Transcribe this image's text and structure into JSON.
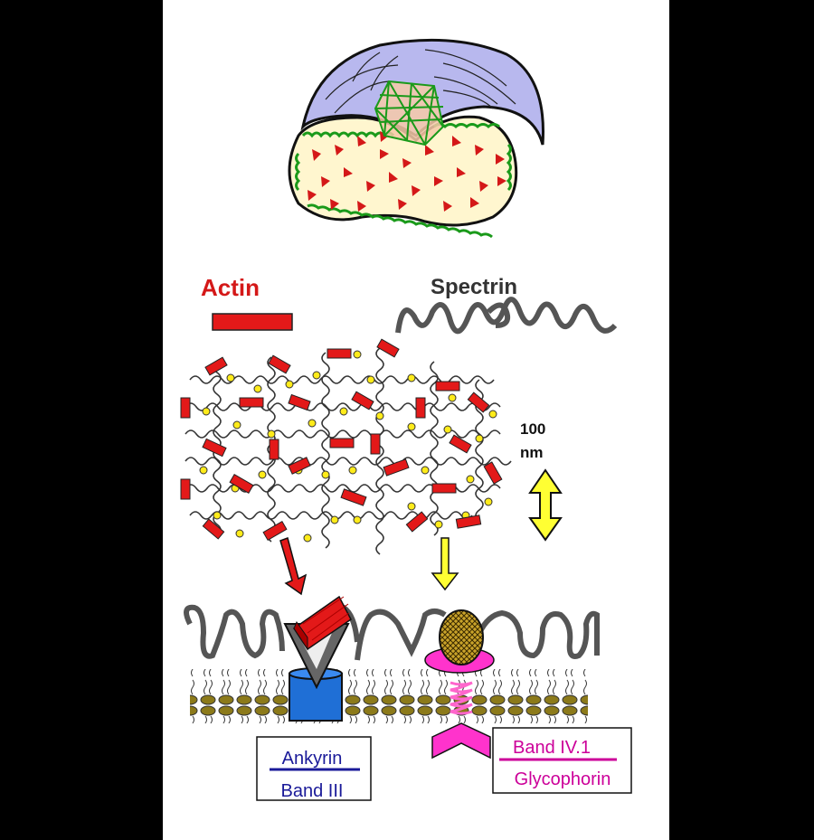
{
  "labels": {
    "actin": "Actin",
    "spectrin": "Spectrin",
    "scale_value": "100",
    "scale_unit": "nm",
    "ankyrin": "Ankyrin",
    "band3": "Band III",
    "band41": "Band IV.1",
    "glycophorin": "Glycophorin"
  },
  "colors": {
    "actin": "#e31919",
    "spectrin": "#555555",
    "scale_arrow": "#ffff33",
    "cell_top": "#b8b8ee",
    "cytoplasm": "#fff6cf",
    "network": "#1a9a1a",
    "band3": "#1f6fd6",
    "glycophorin": "#ff33cc",
    "lipid_head": "#8c7a1a",
    "ankyrin_text": "#1a1a99",
    "glycophorin_text": "#cc0099"
  }
}
